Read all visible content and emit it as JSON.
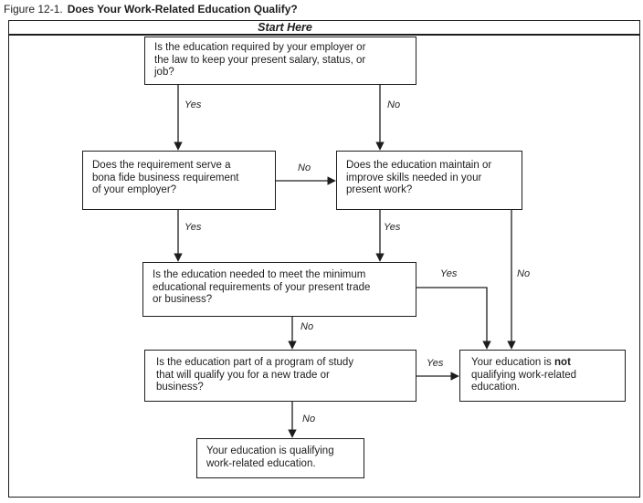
{
  "figure": {
    "label": "Figure 12-1.",
    "title": "Does Your Work-Related Education Qualify?"
  },
  "start_banner": "Start Here",
  "nodes": {
    "required": {
      "text": "Is the education required by your employer or\nthe law to keep your present salary, status, or\njob?"
    },
    "bona_fide": {
      "text": "Does the requirement serve a\nbona fide business requirement\nof your employer?"
    },
    "maintain_skills": {
      "text": "Does the education maintain or\nimprove skills needed in your\npresent work?"
    },
    "minimum_requirements": {
      "text": "Is the education needed to meet the minimum\neducational requirements of your present trade\nor business?"
    },
    "new_trade": {
      "text": "Is the education part of a program of study\nthat will qualify you for a new trade or\nbusiness?"
    },
    "not_qualifying": {
      "pre": "Your education is ",
      "bold": "not",
      "post": "\nqualifying work-related\neducation."
    },
    "qualifying": {
      "text": "Your education is qualifying\nwork-related education."
    }
  },
  "edge_labels": {
    "required_yes": "Yes",
    "required_no": "No",
    "bona_fide_no": "No",
    "bona_fide_yes": "Yes",
    "maintain_yes": "Yes",
    "maintain_no": "No",
    "minimum_yes": "Yes",
    "minimum_no": "No",
    "new_trade_yes": "Yes",
    "new_trade_no": "No"
  },
  "colors": {
    "ink": "#1d1d1d",
    "background": "#ffffff"
  }
}
